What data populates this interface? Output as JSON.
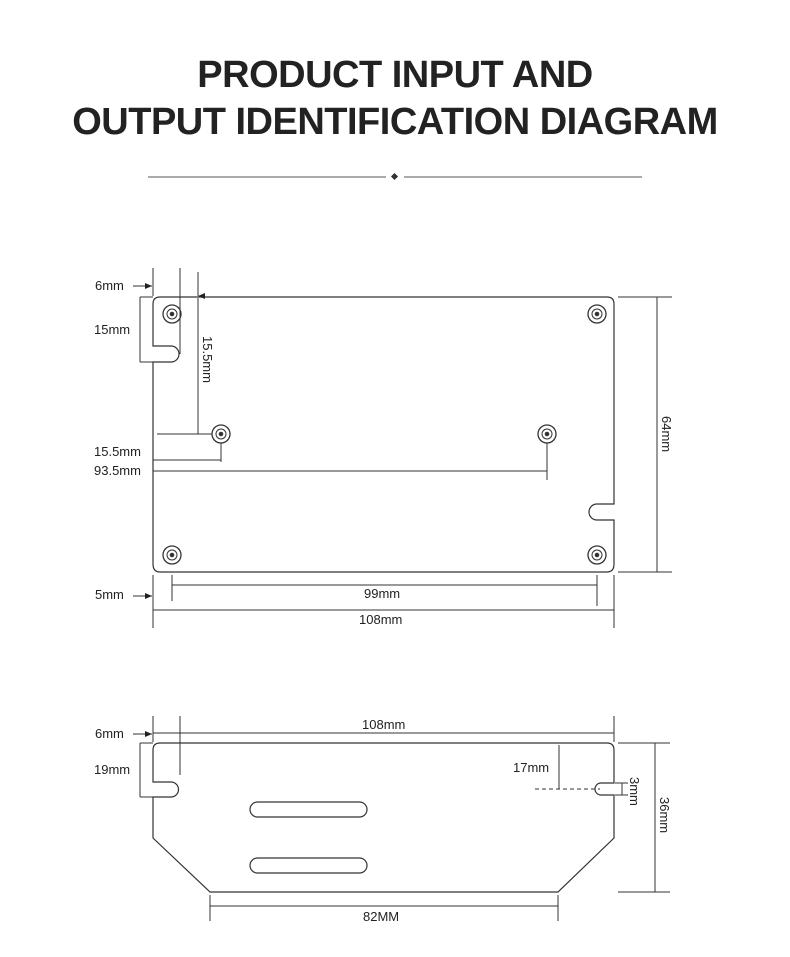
{
  "title": {
    "line1": "PRODUCT INPUT AND",
    "line2": "OUTPUT IDENTIFICATION DIAGRAM"
  },
  "top_view": {
    "dim_6mm": "6mm",
    "dim_15mm": "15mm",
    "dim_15_5mm_vertical": "15.5mm",
    "dim_15_5mm": "15.5mm",
    "dim_93_5mm": "93.5mm",
    "dim_64mm": "64mm",
    "dim_5mm": "5mm",
    "dim_99mm": "99mm",
    "dim_108mm": "108mm"
  },
  "side_view": {
    "dim_6mm": "6mm",
    "dim_108mm": "108mm",
    "dim_19mm": "19mm",
    "dim_17mm": "17mm",
    "dim_3mm": "3mm",
    "dim_36mm": "36mm",
    "dim_82mm": "82MM"
  },
  "colors": {
    "line": "#333333",
    "text": "#222222",
    "background": "#ffffff"
  }
}
